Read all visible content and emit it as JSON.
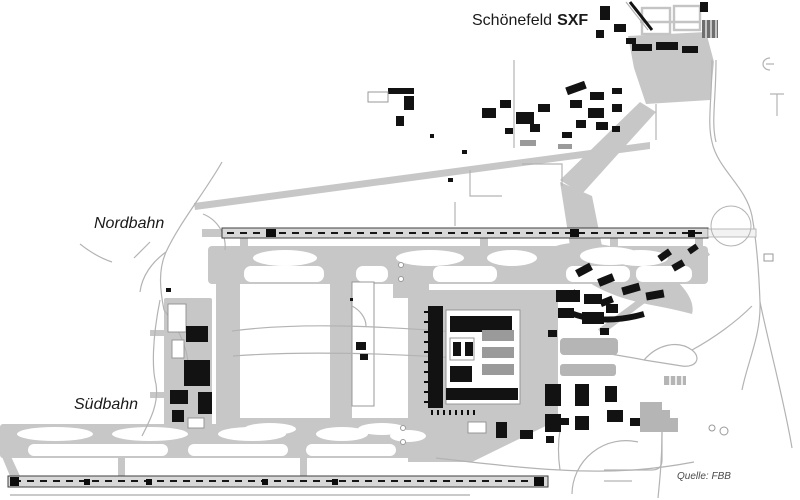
{
  "header": {
    "airport_name": "Schönefeld",
    "airport_code": "SXF"
  },
  "map": {
    "labels": {
      "north_runway": "Nordbahn",
      "south_runway": "Südbahn"
    },
    "source": "Quelle: FBB",
    "colors": {
      "background": "#ffffff",
      "pavement_gray": "#c7c7c7",
      "runway_fill": "#d8d8d8",
      "runway_edge": "#3f3f3f",
      "marking_black": "#0d0d0d",
      "building_black": "#121212",
      "building_gray": "#9a9a9a",
      "block_gray": "#b5b5b5",
      "road_outline": "#b3b3b3",
      "label_color": "#1a1a1a",
      "source_color": "#4a4a4a"
    }
  }
}
